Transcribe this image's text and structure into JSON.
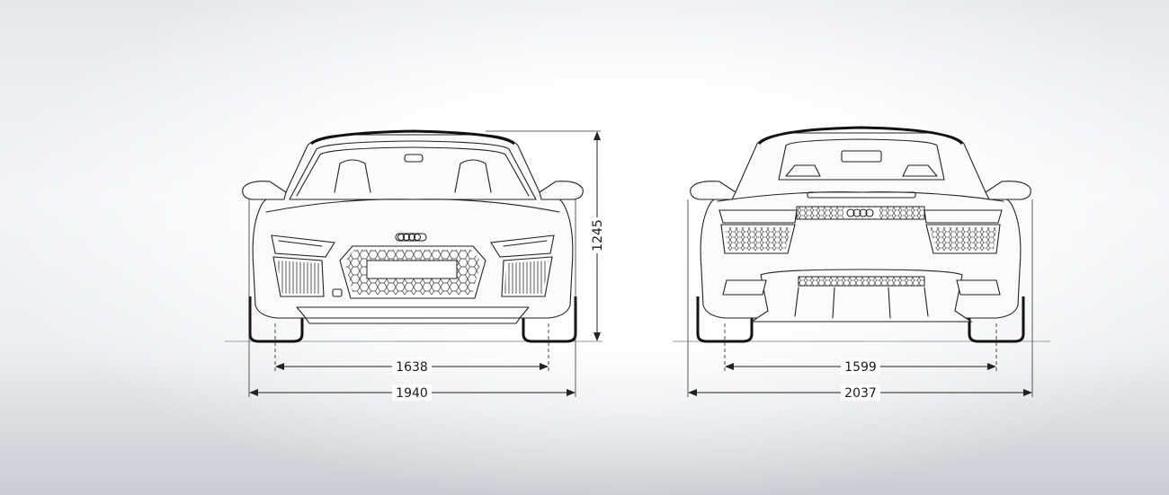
{
  "diagram": {
    "views": [
      {
        "id": "front",
        "dimensions": {
          "track_width": "1638",
          "overall_width": "1940",
          "height": "1245"
        }
      },
      {
        "id": "rear",
        "dimensions": {
          "track_width": "1599",
          "overall_width": "2037"
        }
      }
    ]
  }
}
